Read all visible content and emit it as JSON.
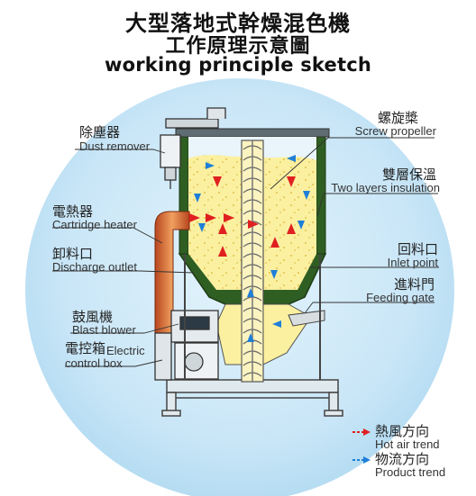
{
  "titles": {
    "zh_main": "大型落地式幹燥混色機",
    "zh_sub": "工作原理示意圖",
    "en": "working principle sketch"
  },
  "labels": {
    "dust_remover": {
      "zh": "除塵器",
      "en": "Dust remover"
    },
    "cartridge_heater": {
      "zh": "電熱器",
      "en": "Cartridge heater"
    },
    "discharge_outlet": {
      "zh": "卸料口",
      "en": "Discharge outlet"
    },
    "blast_blower": {
      "zh": "鼓風機",
      "en": "Blast blower"
    },
    "electric_control_box": {
      "zh": "電控箱",
      "en_1": "Electric",
      "en_2": "control box"
    },
    "screw_propeller": {
      "zh": "螺旋槳",
      "en": "Screw propeller"
    },
    "two_layers_insulation": {
      "zh": "雙層保溫",
      "en": "Two layers insulation"
    },
    "inlet_point": {
      "zh": "回料口",
      "en": "Inlet point"
    },
    "feeding_gate": {
      "zh": "進料門",
      "en": "Feeding gate"
    }
  },
  "legend": {
    "hot_air": {
      "zh": "熱風方向",
      "en": "Hot air trend",
      "color": "#e02020"
    },
    "product": {
      "zh": "物流方向",
      "en": "Product trend",
      "color": "#1f7fd8"
    }
  },
  "colors": {
    "circle_bg": "#c9e6f7",
    "material": "#fbf0a0",
    "insulation": "#2f5e22",
    "heater_pipe": "#d96a3a",
    "frame": "#444444"
  }
}
